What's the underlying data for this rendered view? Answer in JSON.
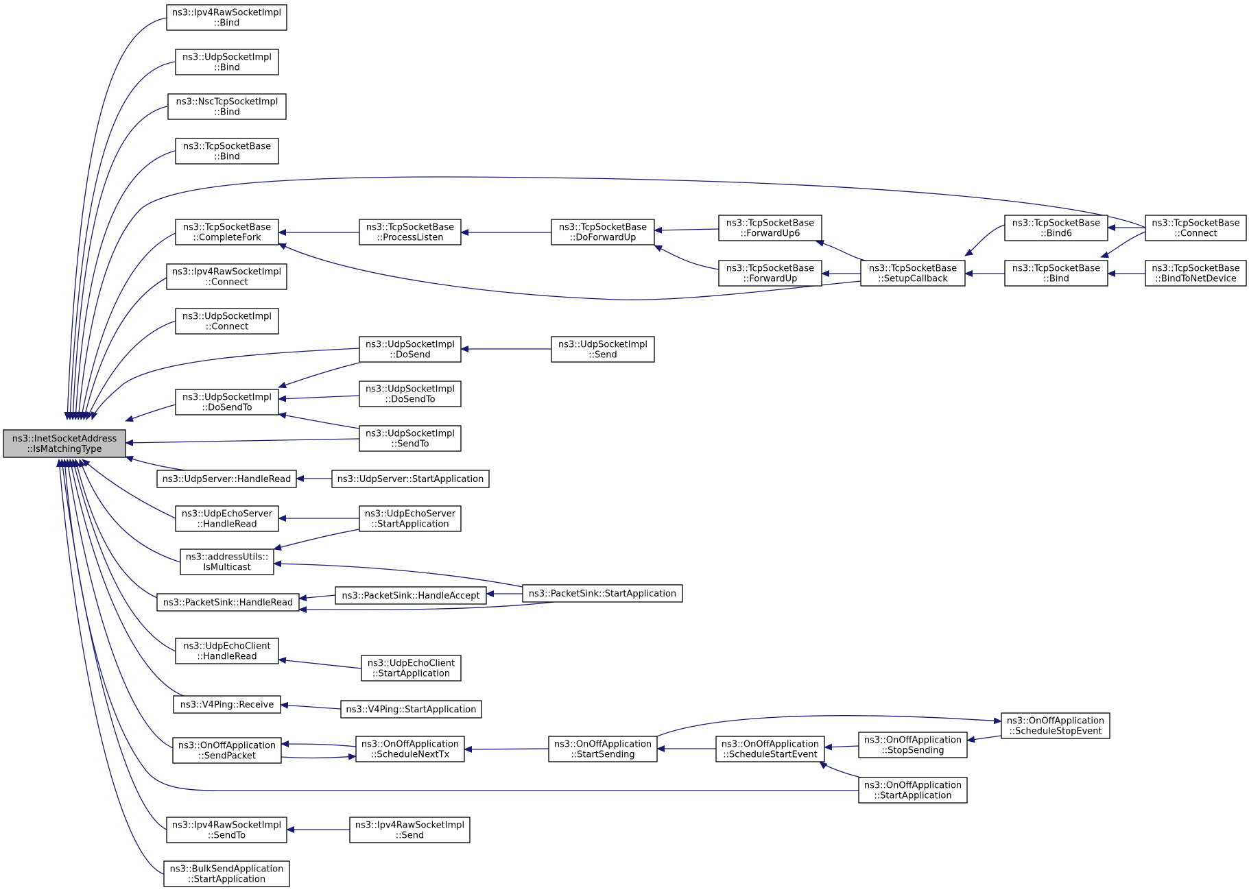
{
  "graph": {
    "title": "Caller graph of ns3::InetSocketAddress::IsMatchingType",
    "edge_color": "#191970",
    "root_fill": "#bfbfbf",
    "nodes": [
      {
        "id": "root",
        "lines": [
          "ns3::InetSocketAddress",
          "::IsMatchingType"
        ],
        "root": true
      },
      {
        "id": "ipv4raw_bind",
        "lines": [
          "ns3::Ipv4RawSocketImpl",
          "::Bind"
        ]
      },
      {
        "id": "udp_bind",
        "lines": [
          "ns3::UdpSocketImpl",
          "::Bind"
        ]
      },
      {
        "id": "nsc_bind",
        "lines": [
          "ns3::NscTcpSocketImpl",
          "::Bind"
        ]
      },
      {
        "id": "tcp_bind_a",
        "lines": [
          "ns3::TcpSocketBase",
          "::Bind"
        ]
      },
      {
        "id": "tcp_completefork",
        "lines": [
          "ns3::TcpSocketBase",
          "::CompleteFork"
        ]
      },
      {
        "id": "ipv4raw_connect",
        "lines": [
          "ns3::Ipv4RawSocketImpl",
          "::Connect"
        ]
      },
      {
        "id": "udp_connect",
        "lines": [
          "ns3::UdpSocketImpl",
          "::Connect"
        ]
      },
      {
        "id": "udp_dosendto",
        "lines": [
          "ns3::UdpSocketImpl",
          "::DoSendTo"
        ]
      },
      {
        "id": "udpserver_handleread",
        "lines": [
          "ns3::UdpServer::HandleRead"
        ]
      },
      {
        "id": "udpecho_server_handleread",
        "lines": [
          "ns3::UdpEchoServer",
          "::HandleRead"
        ]
      },
      {
        "id": "addrutils_ismulticast",
        "lines": [
          "ns3::addressUtils::",
          "IsMulticast"
        ]
      },
      {
        "id": "packetsink_handleread",
        "lines": [
          "ns3::PacketSink::HandleRead"
        ]
      },
      {
        "id": "udpecho_client_handleread",
        "lines": [
          "ns3::UdpEchoClient",
          "::HandleRead"
        ]
      },
      {
        "id": "v4ping_receive",
        "lines": [
          "ns3::V4Ping::Receive"
        ]
      },
      {
        "id": "onoff_sendpacket",
        "lines": [
          "ns3::OnOffApplication",
          "::SendPacket"
        ]
      },
      {
        "id": "ipv4raw_sendto",
        "lines": [
          "ns3::Ipv4RawSocketImpl",
          "::SendTo"
        ]
      },
      {
        "id": "bulksend_startapp",
        "lines": [
          "ns3::BulkSendApplication",
          "::StartApplication"
        ]
      },
      {
        "id": "tcp_processlisten",
        "lines": [
          "ns3::TcpSocketBase",
          "::ProcessListen"
        ]
      },
      {
        "id": "udp_dosend",
        "lines": [
          "ns3::UdpSocketImpl",
          "::DoSend"
        ]
      },
      {
        "id": "udp_dosendto2",
        "lines": [
          "ns3::UdpSocketImpl",
          "::DoSendTo"
        ]
      },
      {
        "id": "udp_sendto",
        "lines": [
          "ns3::UdpSocketImpl",
          "::SendTo"
        ]
      },
      {
        "id": "udpserver_startapp",
        "lines": [
          "ns3::UdpServer::StartApplication"
        ]
      },
      {
        "id": "udpecho_server_startapp",
        "lines": [
          "ns3::UdpEchoServer",
          "::StartApplication"
        ]
      },
      {
        "id": "packetsink_handleaccept",
        "lines": [
          "ns3::PacketSink::HandleAccept"
        ]
      },
      {
        "id": "udpecho_client_startapp",
        "lines": [
          "ns3::UdpEchoClient",
          "::StartApplication"
        ]
      },
      {
        "id": "v4ping_startapp",
        "lines": [
          "ns3::V4Ping::StartApplication"
        ]
      },
      {
        "id": "onoff_schedulenexttx",
        "lines": [
          "ns3::OnOffApplication",
          "::ScheduleNextTx"
        ]
      },
      {
        "id": "ipv4raw_send",
        "lines": [
          "ns3::Ipv4RawSocketImpl",
          "::Send"
        ]
      },
      {
        "id": "tcp_doforwardup",
        "lines": [
          "ns3::TcpSocketBase",
          "::DoForwardUp"
        ]
      },
      {
        "id": "udp_send",
        "lines": [
          "ns3::UdpSocketImpl",
          "::Send"
        ]
      },
      {
        "id": "packetsink_startapp",
        "lines": [
          "ns3::PacketSink::StartApplication"
        ]
      },
      {
        "id": "onoff_startsending",
        "lines": [
          "ns3::OnOffApplication",
          "::StartSending"
        ]
      },
      {
        "id": "tcp_forwardup6",
        "lines": [
          "ns3::TcpSocketBase",
          "::ForwardUp6"
        ]
      },
      {
        "id": "tcp_forwardup",
        "lines": [
          "ns3::TcpSocketBase",
          "::ForwardUp"
        ]
      },
      {
        "id": "onoff_schedulestartevent",
        "lines": [
          "ns3::OnOffApplication",
          "::ScheduleStartEvent"
        ]
      },
      {
        "id": "tcp_setupcallback",
        "lines": [
          "ns3::TcpSocketBase",
          "::SetupCallback"
        ]
      },
      {
        "id": "onoff_stopsending",
        "lines": [
          "ns3::OnOffApplication",
          "::StopSending"
        ]
      },
      {
        "id": "onoff_startapp",
        "lines": [
          "ns3::OnOffApplication",
          "::StartApplication"
        ]
      },
      {
        "id": "tcp_bind6",
        "lines": [
          "ns3::TcpSocketBase",
          "::Bind6"
        ]
      },
      {
        "id": "tcp_bind_b",
        "lines": [
          "ns3::TcpSocketBase",
          "::Bind"
        ]
      },
      {
        "id": "onoff_schedulestopevent",
        "lines": [
          "ns3::OnOffApplication",
          "::ScheduleStopEvent"
        ]
      },
      {
        "id": "tcp_connect",
        "lines": [
          "ns3::TcpSocketBase",
          "::Connect"
        ]
      },
      {
        "id": "tcp_bindtonetdevice",
        "lines": [
          "ns3::TcpSocketBase",
          "::BindToNetDevice"
        ]
      }
    ],
    "edges": [
      {
        "from": "ipv4raw_bind",
        "to": "root"
      },
      {
        "from": "udp_bind",
        "to": "root"
      },
      {
        "from": "nsc_bind",
        "to": "root"
      },
      {
        "from": "tcp_bind_a",
        "to": "root"
      },
      {
        "from": "tcp_connect",
        "to": "root"
      },
      {
        "from": "tcp_completefork",
        "to": "root"
      },
      {
        "from": "ipv4raw_connect",
        "to": "root"
      },
      {
        "from": "udp_connect",
        "to": "root"
      },
      {
        "from": "udp_dosend",
        "to": "root"
      },
      {
        "from": "udp_dosendto",
        "to": "root"
      },
      {
        "from": "udp_sendto",
        "to": "root"
      },
      {
        "from": "udpserver_handleread",
        "to": "root"
      },
      {
        "from": "udpecho_server_handleread",
        "to": "root"
      },
      {
        "from": "addrutils_ismulticast",
        "to": "root"
      },
      {
        "from": "packetsink_handleread",
        "to": "root"
      },
      {
        "from": "udpecho_client_handleread",
        "to": "root"
      },
      {
        "from": "v4ping_receive",
        "to": "root"
      },
      {
        "from": "onoff_sendpacket",
        "to": "root"
      },
      {
        "from": "onoff_startapp",
        "to": "root"
      },
      {
        "from": "ipv4raw_sendto",
        "to": "root"
      },
      {
        "from": "bulksend_startapp",
        "to": "root"
      },
      {
        "from": "tcp_processlisten",
        "to": "tcp_completefork"
      },
      {
        "from": "tcp_setupcallback",
        "to": "tcp_completefork"
      },
      {
        "from": "tcp_doforwardup",
        "to": "tcp_processlisten"
      },
      {
        "from": "tcp_forwardup6",
        "to": "tcp_doforwardup"
      },
      {
        "from": "tcp_forwardup",
        "to": "tcp_doforwardup"
      },
      {
        "from": "tcp_setupcallback",
        "to": "tcp_forwardup6"
      },
      {
        "from": "tcp_setupcallback",
        "to": "tcp_forwardup"
      },
      {
        "from": "tcp_bind6",
        "to": "tcp_setupcallback"
      },
      {
        "from": "tcp_bind_b",
        "to": "tcp_setupcallback"
      },
      {
        "from": "tcp_connect",
        "to": "tcp_bind6"
      },
      {
        "from": "tcp_connect",
        "to": "tcp_bind_b"
      },
      {
        "from": "tcp_bindtonetdevice",
        "to": "tcp_bind_b"
      },
      {
        "from": "udp_send",
        "to": "udp_dosend"
      },
      {
        "from": "udp_dosend",
        "to": "udp_dosendto"
      },
      {
        "from": "udp_dosendto2",
        "to": "udp_dosendto"
      },
      {
        "from": "udp_sendto",
        "to": "udp_dosendto"
      },
      {
        "from": "udpserver_startapp",
        "to": "udpserver_handleread"
      },
      {
        "from": "udpecho_server_startapp",
        "to": "udpecho_server_handleread"
      },
      {
        "from": "udpecho_server_startapp",
        "to": "addrutils_ismulticast"
      },
      {
        "from": "packetsink_startapp",
        "to": "addrutils_ismulticast"
      },
      {
        "from": "packetsink_handleaccept",
        "to": "packetsink_handleread"
      },
      {
        "from": "packetsink_startapp",
        "to": "packetsink_handleread"
      },
      {
        "from": "packetsink_startapp",
        "to": "packetsink_handleaccept"
      },
      {
        "from": "udpecho_client_startapp",
        "to": "udpecho_client_handleread"
      },
      {
        "from": "v4ping_startapp",
        "to": "v4ping_receive"
      },
      {
        "from": "onoff_schedulenexttx",
        "to": "onoff_sendpacket"
      },
      {
        "from": "onoff_sendpacket",
        "to": "onoff_schedulenexttx"
      },
      {
        "from": "onoff_startsending",
        "to": "onoff_schedulenexttx"
      },
      {
        "from": "onoff_schedulestartevent",
        "to": "onoff_startsending"
      },
      {
        "from": "onoff_startsending",
        "to": "onoff_schedulestopevent"
      },
      {
        "from": "onoff_stopsending",
        "to": "onoff_schedulestartevent"
      },
      {
        "from": "onoff_startapp",
        "to": "onoff_schedulestartevent"
      },
      {
        "from": "onoff_schedulestopevent",
        "to": "onoff_stopsending"
      },
      {
        "from": "ipv4raw_send",
        "to": "ipv4raw_sendto"
      }
    ]
  }
}
